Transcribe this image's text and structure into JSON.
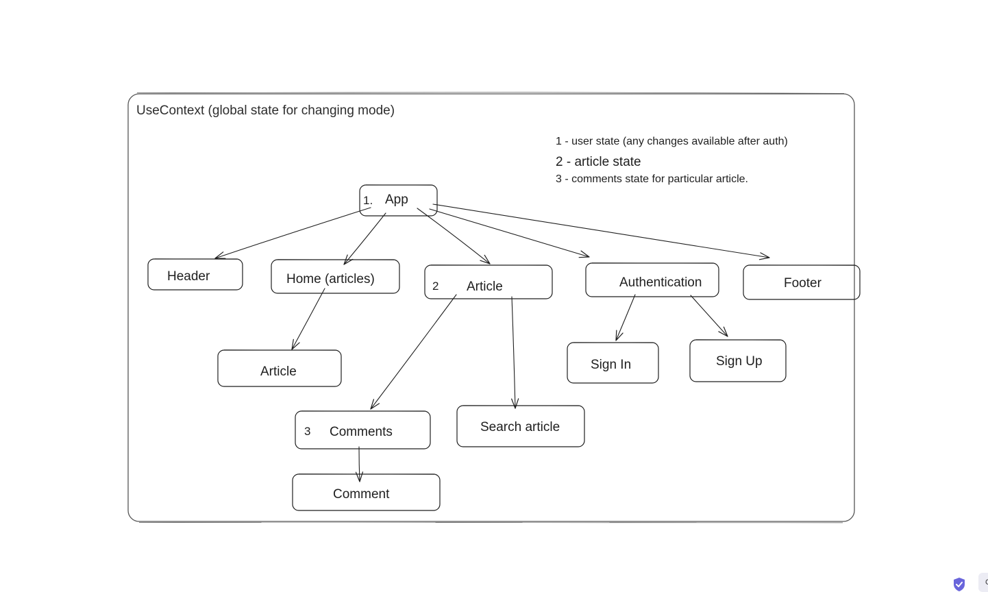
{
  "frame": {
    "title": "UseContext (global state for changing mode)"
  },
  "legend": {
    "item_1": "1 - user state (any changes available after auth)",
    "item_2": "2 - article state",
    "item_3": "3 - comments state for particular article."
  },
  "nodes": {
    "app": {
      "number": "1.",
      "label": "App"
    },
    "header": {
      "label": "Header"
    },
    "home": {
      "label": "Home (articles)"
    },
    "article_main": {
      "number": "2",
      "label": "Article"
    },
    "authentication": {
      "label": "Authentication"
    },
    "footer": {
      "label": "Footer"
    },
    "home_article": {
      "label": "Article"
    },
    "sign_in": {
      "label": "Sign In"
    },
    "sign_up": {
      "label": "Sign Up"
    },
    "comments": {
      "number": "3",
      "label": "Comments"
    },
    "search_article": {
      "label": "Search article"
    },
    "comment": {
      "label": "Comment"
    }
  },
  "edges": [
    {
      "from": "App",
      "to": "Header"
    },
    {
      "from": "App",
      "to": "Home (articles)"
    },
    {
      "from": "App",
      "to": "Article"
    },
    {
      "from": "App",
      "to": "Authentication"
    },
    {
      "from": "App",
      "to": "Footer"
    },
    {
      "from": "Home (articles)",
      "to": "Article"
    },
    {
      "from": "Article",
      "to": "Comments"
    },
    {
      "from": "Article",
      "to": "Search article"
    },
    {
      "from": "Authentication",
      "to": "Sign In"
    },
    {
      "from": "Authentication",
      "to": "Sign Up"
    },
    {
      "from": "Comments",
      "to": "Comment"
    }
  ],
  "corner_button": {
    "label": "C"
  },
  "colors": {
    "stroke": "#1e1e1e",
    "frame_stroke": "#555555",
    "shield": "#6965db"
  },
  "icons": {
    "shield": "shield-check-icon"
  }
}
